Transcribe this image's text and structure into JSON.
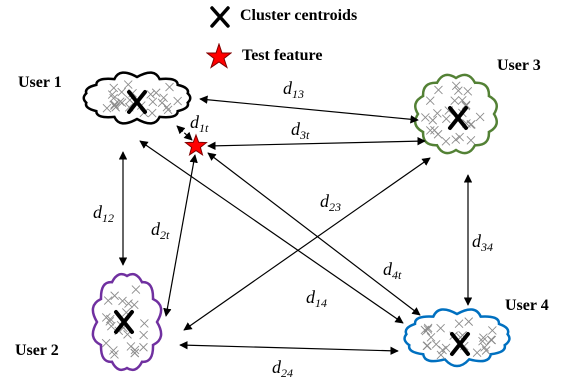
{
  "legend": {
    "centroid_label": "Cluster centroids",
    "test_label": "Test feature",
    "test_color": "#ff0000"
  },
  "users": [
    {
      "label": "User 1",
      "cloud_color": "#000000"
    },
    {
      "label": "User 2",
      "cloud_color": "#7030a0"
    },
    {
      "label": "User 3",
      "cloud_color": "#538135"
    },
    {
      "label": "User 4",
      "cloud_color": "#0070c0"
    }
  ],
  "distances": {
    "d13": {
      "base": "d",
      "sub": "13"
    },
    "d1t": {
      "base": "d",
      "sub": "1t"
    },
    "d3t": {
      "base": "d",
      "sub": "3t"
    },
    "d12": {
      "base": "d",
      "sub": "12"
    },
    "d2t": {
      "base": "d",
      "sub": "2t"
    },
    "d23": {
      "base": "d",
      "sub": "23"
    },
    "d34": {
      "base": "d",
      "sub": "34"
    },
    "d4t": {
      "base": "d",
      "sub": "4t"
    },
    "d14": {
      "base": "d",
      "sub": "14"
    },
    "d24": {
      "base": "d",
      "sub": "24"
    }
  }
}
